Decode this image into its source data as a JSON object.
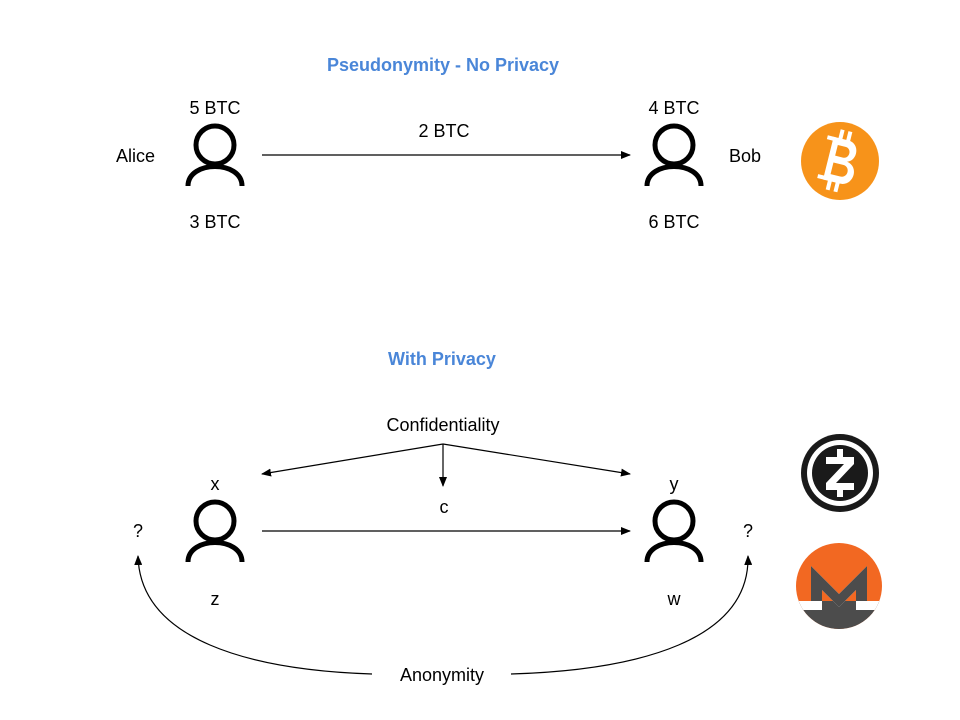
{
  "top": {
    "title": "Pseudonymity - No Privacy",
    "sender_name": "Alice",
    "receiver_name": "Bob",
    "sender_balance_before": "5 BTC",
    "sender_balance_after": "3 BTC",
    "receiver_balance_before": "4 BTC",
    "receiver_balance_after": "6 BTC",
    "amount": "2 BTC",
    "coin_logo": "bitcoin-logo"
  },
  "bottom": {
    "title": "With Privacy",
    "confidentiality_label": "Confidentiality",
    "anonymity_label": "Anonymity",
    "sender_balance_before": "x",
    "sender_balance_after": "z",
    "receiver_balance_before": "y",
    "receiver_balance_after": "w",
    "amount": "c",
    "sender_name": "?",
    "receiver_name": "?",
    "coin_logos": [
      "zcash-logo",
      "monero-logo"
    ]
  },
  "colors": {
    "title": "#4a86d8",
    "bitcoin": "#f7931a",
    "monero_orange": "#f26822",
    "monero_gray": "#4c4c4c",
    "zcash": "#1a1a1a"
  }
}
